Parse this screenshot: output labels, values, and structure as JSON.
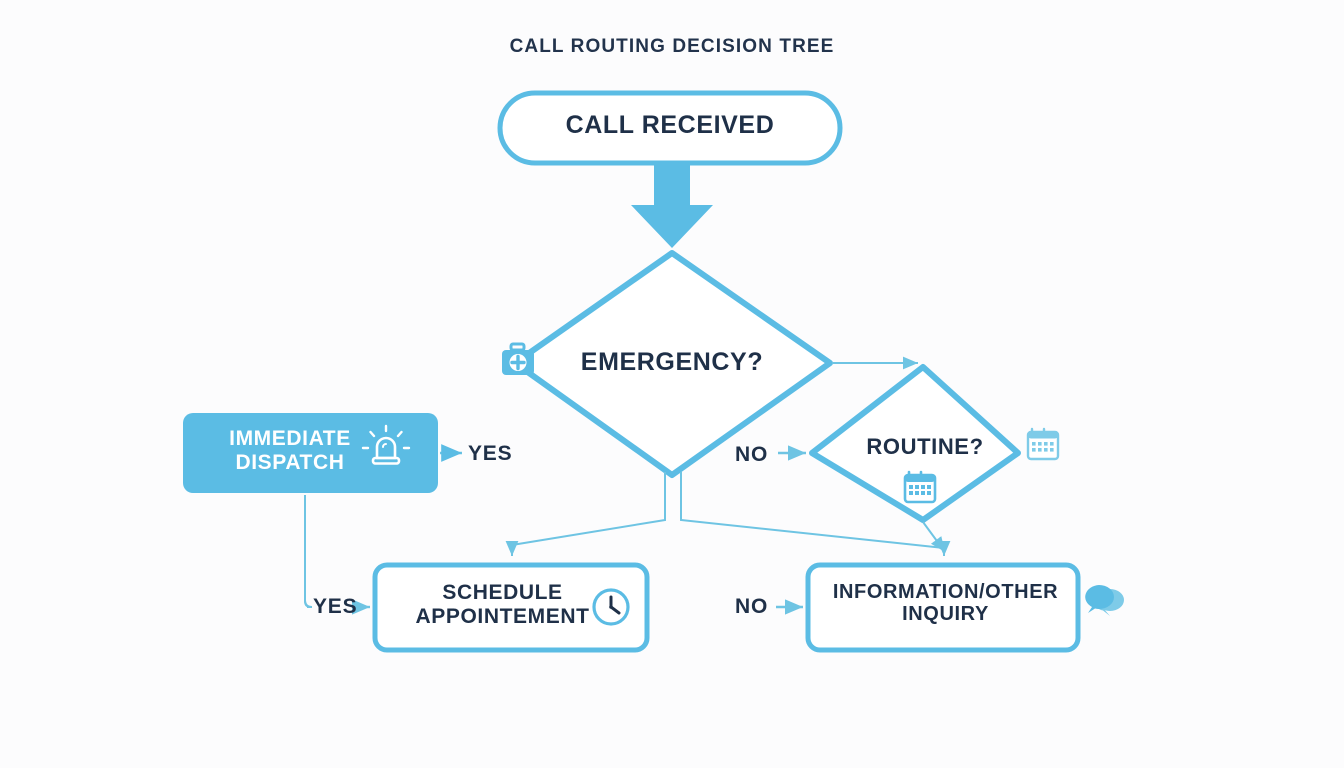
{
  "title": "CALL ROUTING DECISION TREE",
  "colors": {
    "accent": "#5bbce4",
    "accent_light": "#7ecbe8",
    "line": "#6ec4e3",
    "text_dark": "#1f3048",
    "text_light": "#ffffff",
    "background": "#fcfcfd"
  },
  "nodes": {
    "start": {
      "label": "CALL RECEIVED",
      "shape": "rounded-rectangle",
      "style": "outlined"
    },
    "emergency": {
      "label": "EMERGENCY?",
      "shape": "diamond",
      "style": "outlined",
      "icon": "medical-kit-icon"
    },
    "dispatch": {
      "label": "IMMEDIATE\nDISPATCH",
      "shape": "rounded-rectangle",
      "style": "filled",
      "icon": "siren-icon"
    },
    "routine": {
      "label": "ROUTINE?",
      "shape": "diamond",
      "style": "outlined",
      "icon": "calendar-icon"
    },
    "schedule": {
      "label": "SCHEDULE\nAPPOINTEMENT",
      "shape": "rounded-rectangle",
      "style": "outlined",
      "icon": "clock-icon"
    },
    "info": {
      "label": "INFORMATION/OTHER\nINQUIRY",
      "shape": "rounded-rectangle",
      "style": "outlined",
      "icon": "chat-bubbles-icon"
    }
  },
  "edges": {
    "start_to_emergency": {
      "label": ""
    },
    "emergency_yes": {
      "label": "YES"
    },
    "emergency_no": {
      "label": "NO"
    },
    "routine_yes": {
      "label": "YES"
    },
    "routine_no": {
      "label": "NO"
    }
  }
}
